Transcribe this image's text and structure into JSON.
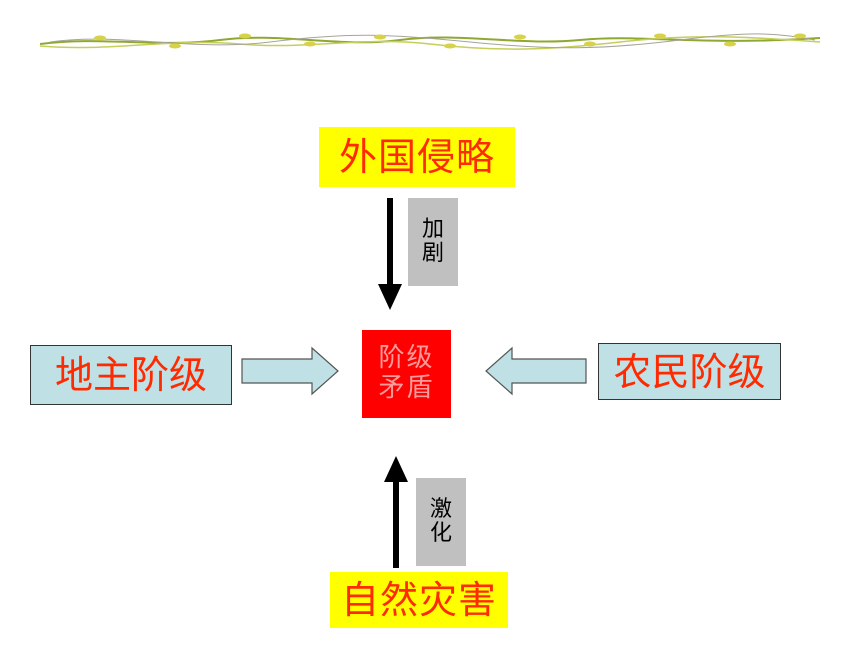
{
  "diagram": {
    "top_node": "外国侵略",
    "bottom_node": "自然灾害",
    "left_node": "地主阶级",
    "right_node": "农民阶级",
    "center_line1": "阶级",
    "center_line2": "矛盾",
    "top_arrow_line1": "加",
    "top_arrow_line2": "剧",
    "bottom_arrow_line1": "激",
    "bottom_arrow_line2": "化"
  },
  "colors": {
    "node_text": "#ff2a00",
    "yellow_fill": "#ffff00",
    "blue_fill": "#bfe0e4",
    "center_fill": "#ff0000",
    "tag_fill": "#c0c0c0"
  }
}
